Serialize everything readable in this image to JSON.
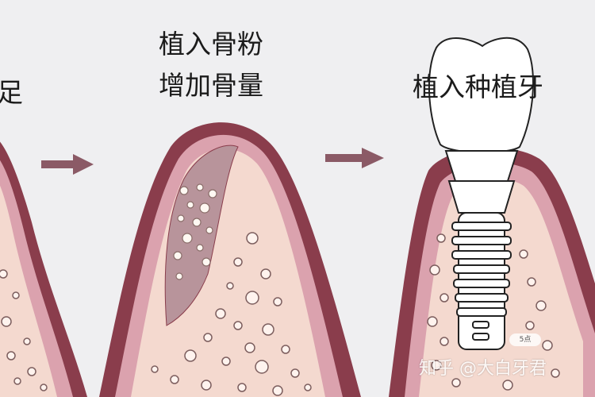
{
  "labels": {
    "left_partial": "足",
    "middle_line1": "植入骨粉",
    "middle_line2": "增加骨量",
    "right": "植入种植牙"
  },
  "watermark": {
    "text": "知乎 @大白牙君",
    "badge": "5点"
  },
  "colors": {
    "background": "#efeff1",
    "gum_outline": "#8a3d4c",
    "gum_fill": "#dba2ae",
    "bone_fill": "#f4d9cf",
    "graft_fill": "#b8949b",
    "arrow": "#8b5a66"
  },
  "icons": [
    "arrow-right-icon",
    "arrow-right-icon",
    "implant-crown-icon",
    "implant-screw-icon"
  ]
}
